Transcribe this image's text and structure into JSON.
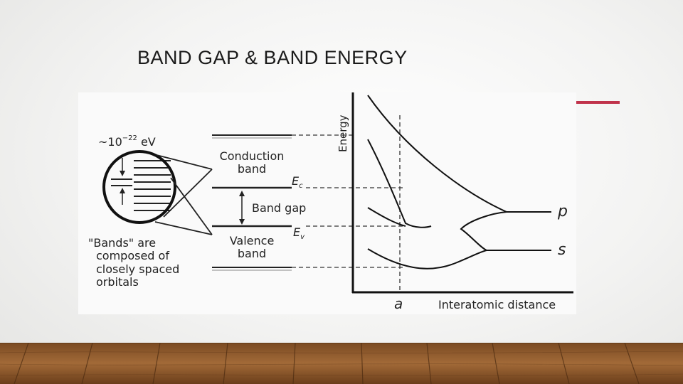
{
  "slide": {
    "title": "BAND GAP & BAND ENERGY",
    "accent_color": "#c0334b"
  },
  "diagram": {
    "zoom_prefix": "~10",
    "zoom_exponent": "−22",
    "zoom_unit": " eV",
    "conduction_line1": "Conduction",
    "conduction_line2": "band",
    "ec_symbol": "E",
    "ec_sub": "c",
    "band_gap": "Band gap",
    "ev_symbol": "E",
    "ev_sub": "v",
    "valence_line1": "Valence",
    "valence_line2": "band",
    "bands_note": [
      "\"Bands\" are",
      "composed of",
      "closely spaced",
      "orbitals"
    ],
    "energy_axis": "Energy",
    "p_label": "p",
    "s_label": "s",
    "a_label": "a",
    "distance_axis": "Interatomic distance"
  },
  "background": {
    "floor": "wooden floor"
  }
}
